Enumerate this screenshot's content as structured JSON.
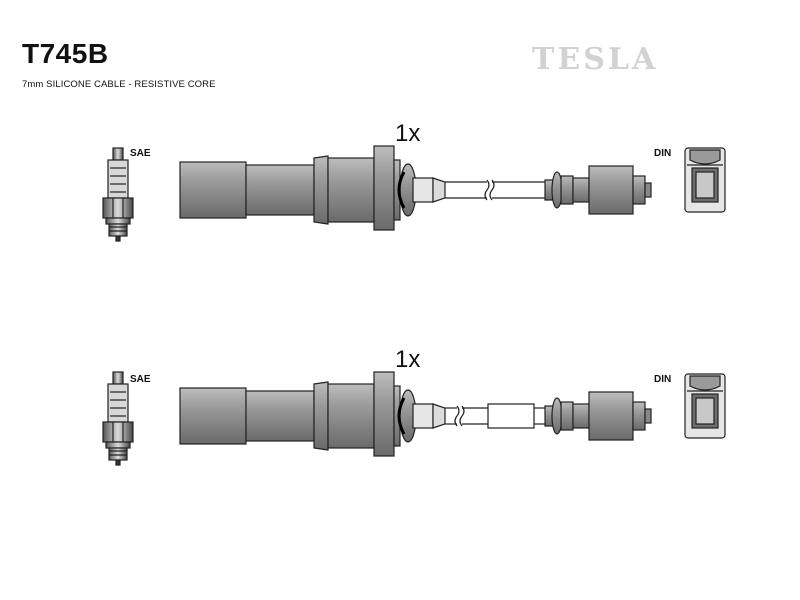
{
  "header": {
    "part_number": "T745B",
    "cable_spec": "7mm SILICONE CABLE - RESISTIVE CORE",
    "brand": "TESLA"
  },
  "leads": [
    {
      "quantity": "1x",
      "plug_label": "SAE",
      "distributor_label": "DIN"
    },
    {
      "quantity": "1x",
      "plug_label": "SAE",
      "distributor_label": "DIN"
    }
  ]
}
